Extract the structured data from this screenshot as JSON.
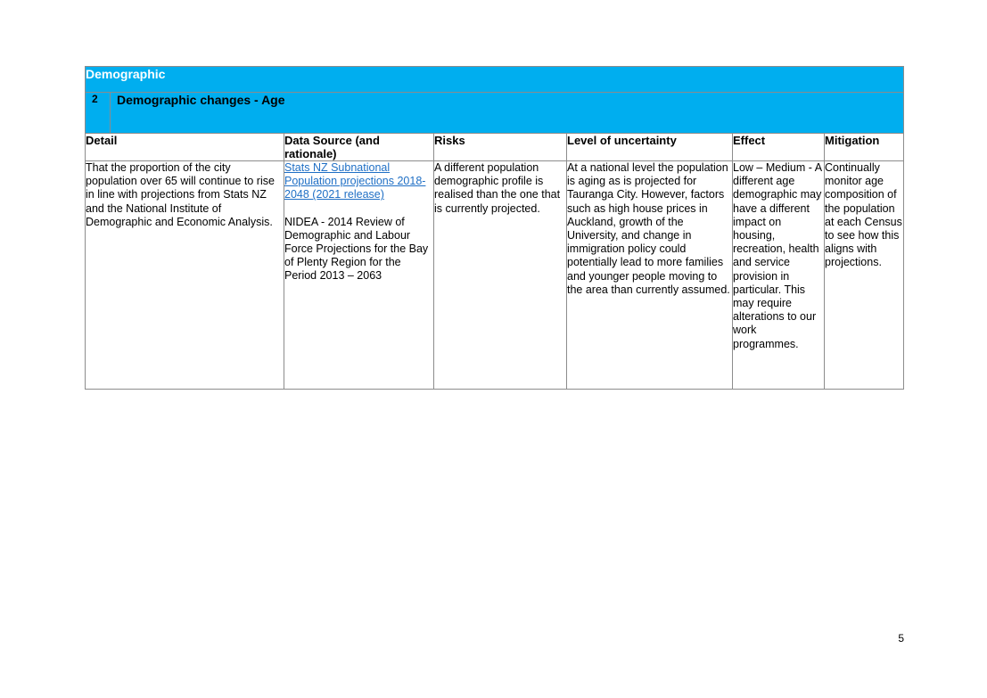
{
  "section": {
    "title": "Demographic"
  },
  "risk": {
    "number": "2",
    "title": "Demographic changes - Age"
  },
  "table": {
    "headers": {
      "detail": "Detail",
      "data_source": "Data Source (and rationale)",
      "risks": "Risks",
      "uncertainty": "Level of uncertainty",
      "effect": "Effect",
      "mitigation": "Mitigation"
    },
    "row": {
      "detail": "That the proportion of the city population over 65 will continue to rise in line with projections from Stats NZ and the National Institute of Demographic and Economic Analysis.",
      "data_source_link": "Stats NZ Subnational Population projections 2018-2048 (2021 release)",
      "data_source_text": "NIDEA - 2014 Review of Demographic and Labour Force Projections for the Bay of Plenty Region for the Period 2013 – 2063",
      "risks": "A different population demographic profile is realised than the one that is currently projected.",
      "uncertainty": "At a national level the population is aging as is projected for Tauranga City. However, factors such as high house prices in Auckland, growth of the University, and change in immigration policy could potentially lead to more families and younger people moving to the area than currently assumed.",
      "effect": "Low – Medium - A different age demographic may have a different impact on housing, recreation, health and service provision in particular. This may require alterations to our work programmes.",
      "mitigation": "Continually monitor age composition of the population at each Census to see how this aligns with projections."
    }
  },
  "page_number": "5",
  "colors": {
    "header_band": "#00aeef",
    "link": "#1f6fc5",
    "border": "#8c8c8c"
  }
}
